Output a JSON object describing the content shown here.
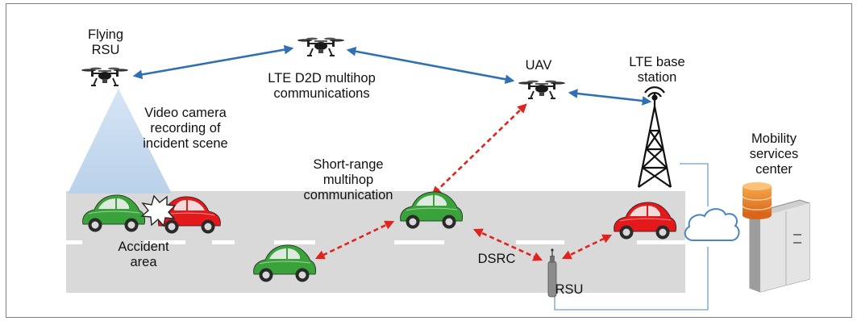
{
  "labels": {
    "flying_rsu_1": "Flying",
    "flying_rsu_2": "RSU",
    "lte_d2d_1": "LTE D2D multihop",
    "lte_d2d_2": "communications",
    "uav": "UAV",
    "lte_bs_1": "LTE base",
    "lte_bs_2": "station",
    "video_1": "Video camera",
    "video_2": "recording of",
    "video_3": "incident scene",
    "short_range_1": "Short-range",
    "short_range_2": "multihop",
    "short_range_3": "communication",
    "mobility_1": "Mobility",
    "mobility_2": "services",
    "mobility_3": "center",
    "accident_1": "Accident",
    "accident_2": "area",
    "dsrc": "DSRC",
    "rsu": "RSU"
  },
  "icons": {
    "drone": "drone-icon",
    "tower": "lte-tower-icon",
    "server": "server-icon",
    "cloud": "cloud-icon",
    "car": "car-icon",
    "rsu_pole": "rsu-pole-icon",
    "collision": "collision-burst-icon"
  },
  "colors": {
    "lte_link": "#2f6fb3",
    "dsrc_link": "#e0231c",
    "road": "#d9d9d9",
    "lane_mark": "#ffffff",
    "green_car": "#3aa23a",
    "red_car": "#e4191b",
    "camera_beam": "#c9dcf0",
    "wire": "#6f9fd0"
  }
}
